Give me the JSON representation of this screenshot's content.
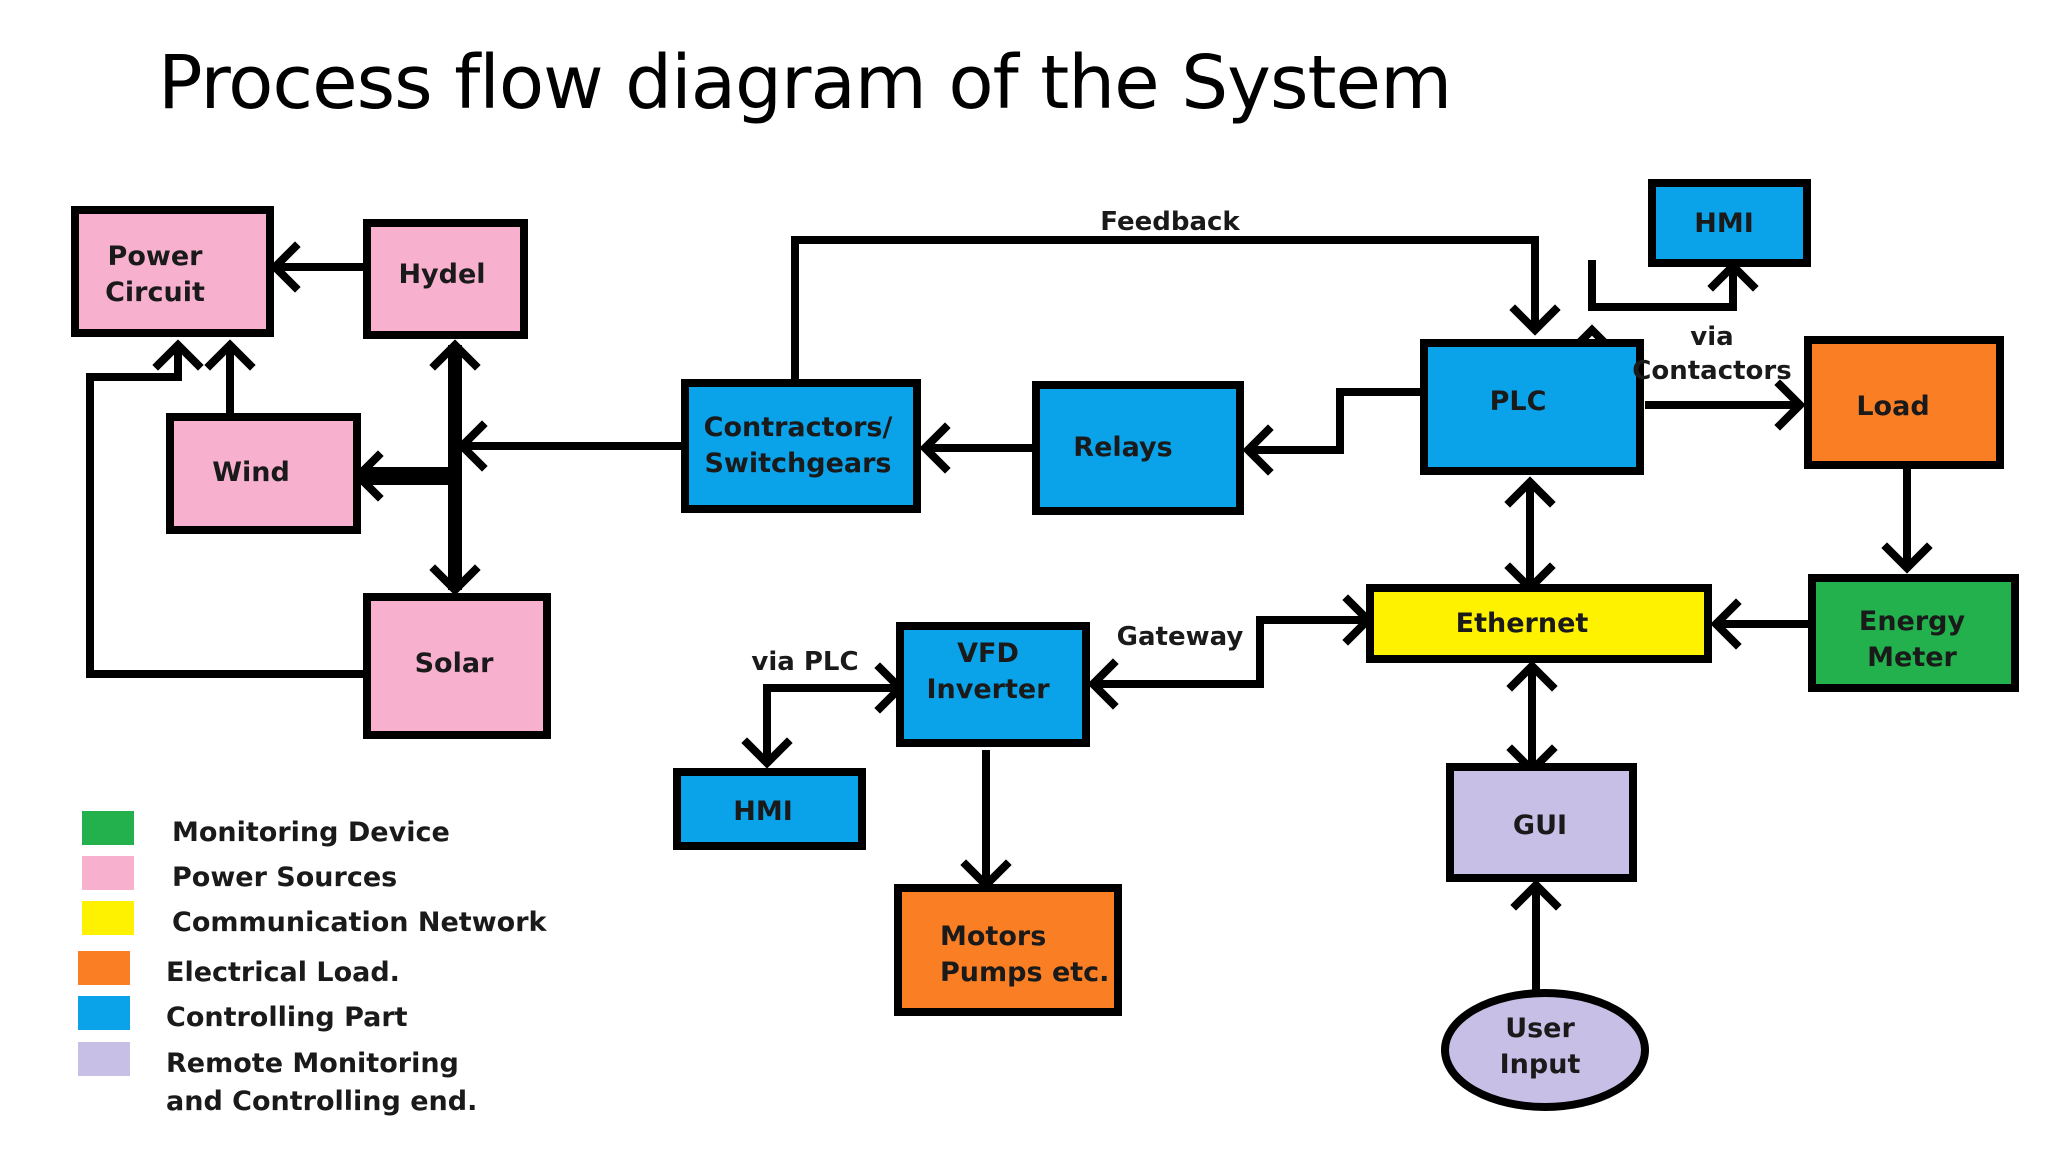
{
  "title": "Process flow diagram of the System",
  "colors": {
    "monitoring": "#22b14c",
    "power": "#f7b1cf",
    "network": "#fff200",
    "load": "#fa7f24",
    "control": "#0aa2e8",
    "remote": "#c8bfe7"
  },
  "nodes": {
    "power_circuit": [
      "Power",
      "Circuit"
    ],
    "hydel": [
      "Hydel"
    ],
    "wind": [
      "Wind"
    ],
    "solar": [
      "Solar"
    ],
    "contractors": [
      "Contractors/",
      "Switchgears"
    ],
    "relays": [
      "Relays"
    ],
    "plc": [
      "PLC"
    ],
    "hmi_top": [
      "HMI"
    ],
    "load": [
      "Load"
    ],
    "energy_meter": [
      "Energy",
      "Meter"
    ],
    "ethernet": [
      "Ethernet"
    ],
    "vfd": [
      "VFD",
      "Inverter"
    ],
    "hmi_bottom": [
      "HMI"
    ],
    "motors": [
      "Motors",
      "Pumps etc."
    ],
    "gui": [
      "GUI"
    ],
    "user_input": [
      "User",
      "Input"
    ]
  },
  "edge_labels": {
    "feedback": "Feedback",
    "via_contactors": [
      "via",
      "Contactors"
    ],
    "gateway": "Gateway",
    "via_plc": "via PLC"
  },
  "legend": [
    {
      "color": "#22b14c",
      "label": [
        "Monitoring Device"
      ]
    },
    {
      "color": "#f7b1cf",
      "label": [
        "Power Sources"
      ]
    },
    {
      "color": "#fff200",
      "label": [
        "Communication Network"
      ]
    },
    {
      "color": "#fa7f24",
      "label": [
        "Electrical Load."
      ]
    },
    {
      "color": "#0aa2e8",
      "label": [
        "Controlling Part"
      ]
    },
    {
      "color": "#c8bfe7",
      "label": [
        "Remote Monitoring",
        "and Controlling end."
      ]
    }
  ]
}
